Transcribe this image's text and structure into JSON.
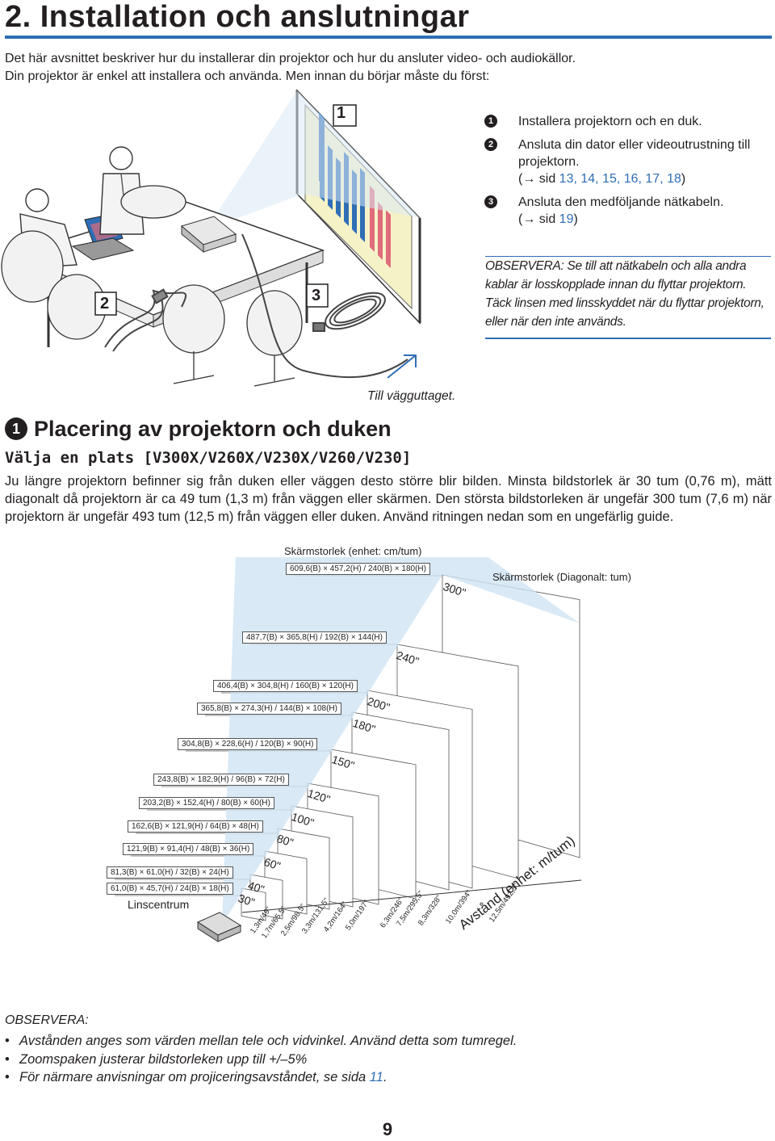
{
  "header": {
    "title": "2. Installation och anslutningar"
  },
  "intro": {
    "line1": "Det här avsnittet beskriver hur du installerar din projektor och hur du ansluter video- och audiokällor.",
    "line2": "Din projektor är enkel att installera och använda. Men innan du börjar måste du först:"
  },
  "illustration": {
    "callout_1": "1",
    "callout_2": "2",
    "callout_3": "3",
    "wall_outlet_label": "Till vägguttaget."
  },
  "steps": [
    {
      "num": "1",
      "text": "Installera projektorn och en duk."
    },
    {
      "num": "2",
      "text": "Ansluta din dator eller videoutrustning till projektorn.",
      "ref_prefix": "(→ sid ",
      "ref_pages": "13, 14, 15, 16, 17, 18",
      "ref_suffix": ")"
    },
    {
      "num": "3",
      "text": "Ansluta den medföljande nätkabeln.",
      "ref_prefix": "(→ sid ",
      "ref_pages": "19",
      "ref_suffix": ")"
    }
  ],
  "note_box": {
    "text": "OBSERVERA: Se till att nätkabeln och alla andra kablar är losskopplade innan du flyttar projektorn. Täck linsen med linsskyddet när du flyttar projektorn, eller när den inte används."
  },
  "section": {
    "num": "1",
    "heading": "Placering av projektorn och duken",
    "subheading": "Välja en plats [V300X/V260X/V230X/V260/V230]",
    "body": "Ju längre projektorn befinner sig från duken eller väggen desto större blir bilden. Minsta bildstorlek är 30 tum (0,76 m), mätt diagonalt då projektorn är ca 49 tum (1,3 m) från väggen eller skärmen. Den största bildstorleken är ungefär 300 tum (7,6 m) när projektorn är ungefär 493 tum (12,5 m) från väggen eller duken. Använd ritningen nedan som en ungefärlig guide."
  },
  "diagram": {
    "screen_size_unit_label": "Skärmstorlek (enhet: cm/tum)",
    "diagonal_label": "Skärmstorlek (Diagonalt: tum)",
    "lens_center_label": "Linscentrum",
    "distance_label": "Avstånd (enhet: m/tum)",
    "screens": [
      {
        "diag": "300\"",
        "dims": "609,6(B) × 457,2(H) / 240(B) × 180(H)"
      },
      {
        "diag": "240\"",
        "dims": "487,7(B) × 365,8(H) / 192(B) × 144(H)"
      },
      {
        "diag": "200\"",
        "dims": "406,4(B) × 304,8(H) / 160(B) × 120(H)"
      },
      {
        "diag": "180\"",
        "dims": "365,8(B) × 274,3(H) / 144(B) × 108(H)"
      },
      {
        "diag": "150\"",
        "dims": "304,8(B) × 228,6(H) / 120(B) × 90(H)"
      },
      {
        "diag": "120\"",
        "dims": "243,8(B) × 182,9(H) / 96(B) × 72(H)"
      },
      {
        "diag": "100\"",
        "dims": "203,2(B) × 152,4(H) / 80(B) × 60(H)"
      },
      {
        "diag": "80\"",
        "dims": "162,6(B) × 121,9(H) / 64(B) × 48(H)"
      },
      {
        "diag": "60\"",
        "dims": "121,9(B) × 91,4(H) / 48(B) × 36(H)"
      },
      {
        "diag": "40\"",
        "dims": "81,3(B) × 61,0(H) / 32(B) × 24(H)"
      },
      {
        "diag": "30\"",
        "dims": "61,0(B) × 45,7(H) / 24(B) × 18(H)"
      }
    ],
    "distances": [
      "1,3m/49\"",
      "1,7m/65,5\"",
      "2,5m/98,5\"",
      "3,3m/131,5\"",
      "4,2m/164\"",
      "5,0m/197\"",
      "6,3m/246\"",
      "7,5m/295,5\"",
      "8,3m/328\"",
      "10,0m/394\"",
      "12,5m/492,5\""
    ]
  },
  "notes": {
    "title": "OBSERVERA:",
    "items": [
      "Avstånden anges som värden mellan tele och vidvinkel. Använd detta som tumregel.",
      "Zoomspaken justerar bildstorleken upp till +/–5%"
    ],
    "item3_prefix": "För närmare anvisningar om projiceringsavståndet, se sida ",
    "item3_link": "11",
    "item3_suffix": "."
  },
  "footer": {
    "page_number": "9"
  }
}
